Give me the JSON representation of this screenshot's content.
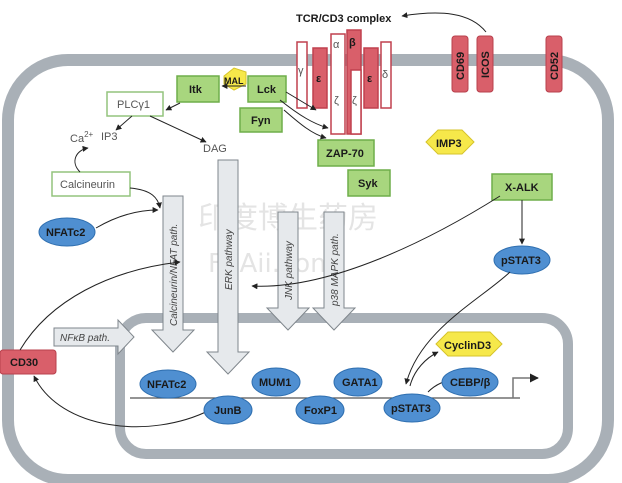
{
  "title": "TCR/CD3 complex",
  "receptors": {
    "gamma": "γ",
    "epsilon1": "ε",
    "alpha": "α",
    "zeta1": "ζ",
    "beta": "β",
    "zeta2": "ζ",
    "epsilon2": "ε",
    "delta": "δ",
    "cd69": "CD69",
    "icos": "ICOS",
    "cd52": "CD52"
  },
  "kinases": {
    "itk": "Itk",
    "mal": "MAL",
    "lck": "Lck",
    "fyn": "Fyn",
    "zap70": "ZAP-70",
    "syk": "Syk",
    "xalk": "X-ALK"
  },
  "signaling": {
    "plcg1": "PLCγ1",
    "ca": "Ca",
    "ca_sup": "2+",
    "ip3": "IP3",
    "dag": "DAG",
    "calcineurin": "Calcineurin",
    "imp3": "IMP3"
  },
  "factors": {
    "nfatc2_cyto": "NFATc2",
    "pstat3_cyto": "pSTAT3",
    "cd30": "CD30"
  },
  "pathways": {
    "calcineurin": "Calcineurin/NFAT path.",
    "erk": "ERK pathway",
    "jnk": "JNK pathway",
    "p38": "p38 MAPK path.",
    "nfkb": "NFκB path."
  },
  "nucleus": {
    "nfatc2": "NFATc2",
    "junb": "JunB",
    "mum1": "MUM1",
    "foxp1": "FoxP1",
    "gata1": "GATA1",
    "pstat3": "pSTAT3",
    "cebp": "CEBP/β",
    "cyclind3": "CyclinD3"
  },
  "watermark": {
    "line1": "印度博生药房",
    "line2": "FSAii.com"
  },
  "colors": {
    "membrane": "#a9b0b7",
    "receptor_fill": "#d95f6a",
    "green_fill": "#a8d67e",
    "green_stroke": "#6fae4a",
    "outline_green_fill": "#ffffff",
    "outline_green_stroke": "#93c47d",
    "blue_fill": "#4f8fd1",
    "blue_stroke": "#2f6fb0",
    "yellow_fill": "#f6e84a",
    "yellow_stroke": "#d6c32a"
  }
}
